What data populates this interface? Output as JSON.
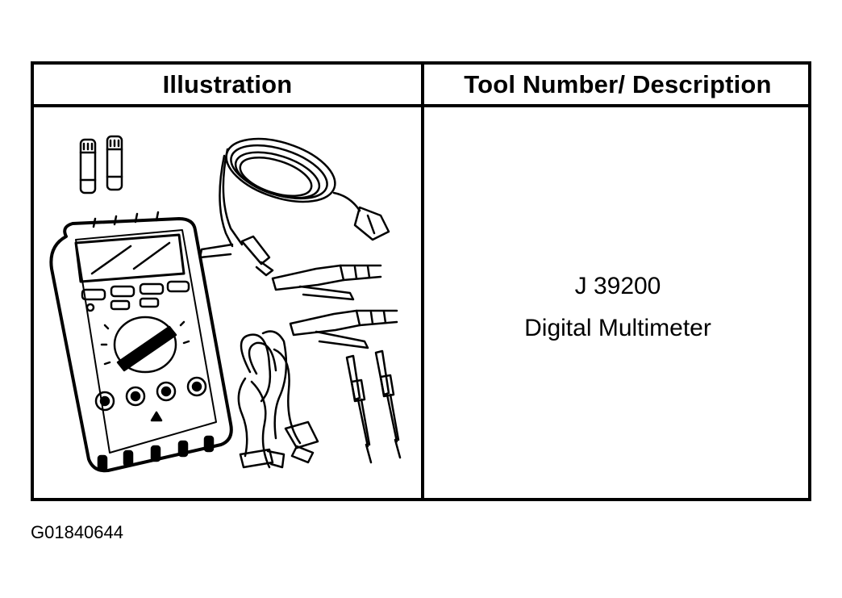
{
  "table": {
    "header_illustration": "Illustration",
    "header_description": "Tool Number/ Description",
    "rows": [
      {
        "illustration_icon": "digital-multimeter-kit-icon",
        "tool_number": "J 39200",
        "description": "Digital Multimeter"
      }
    ]
  },
  "figure_id": "G01840644"
}
